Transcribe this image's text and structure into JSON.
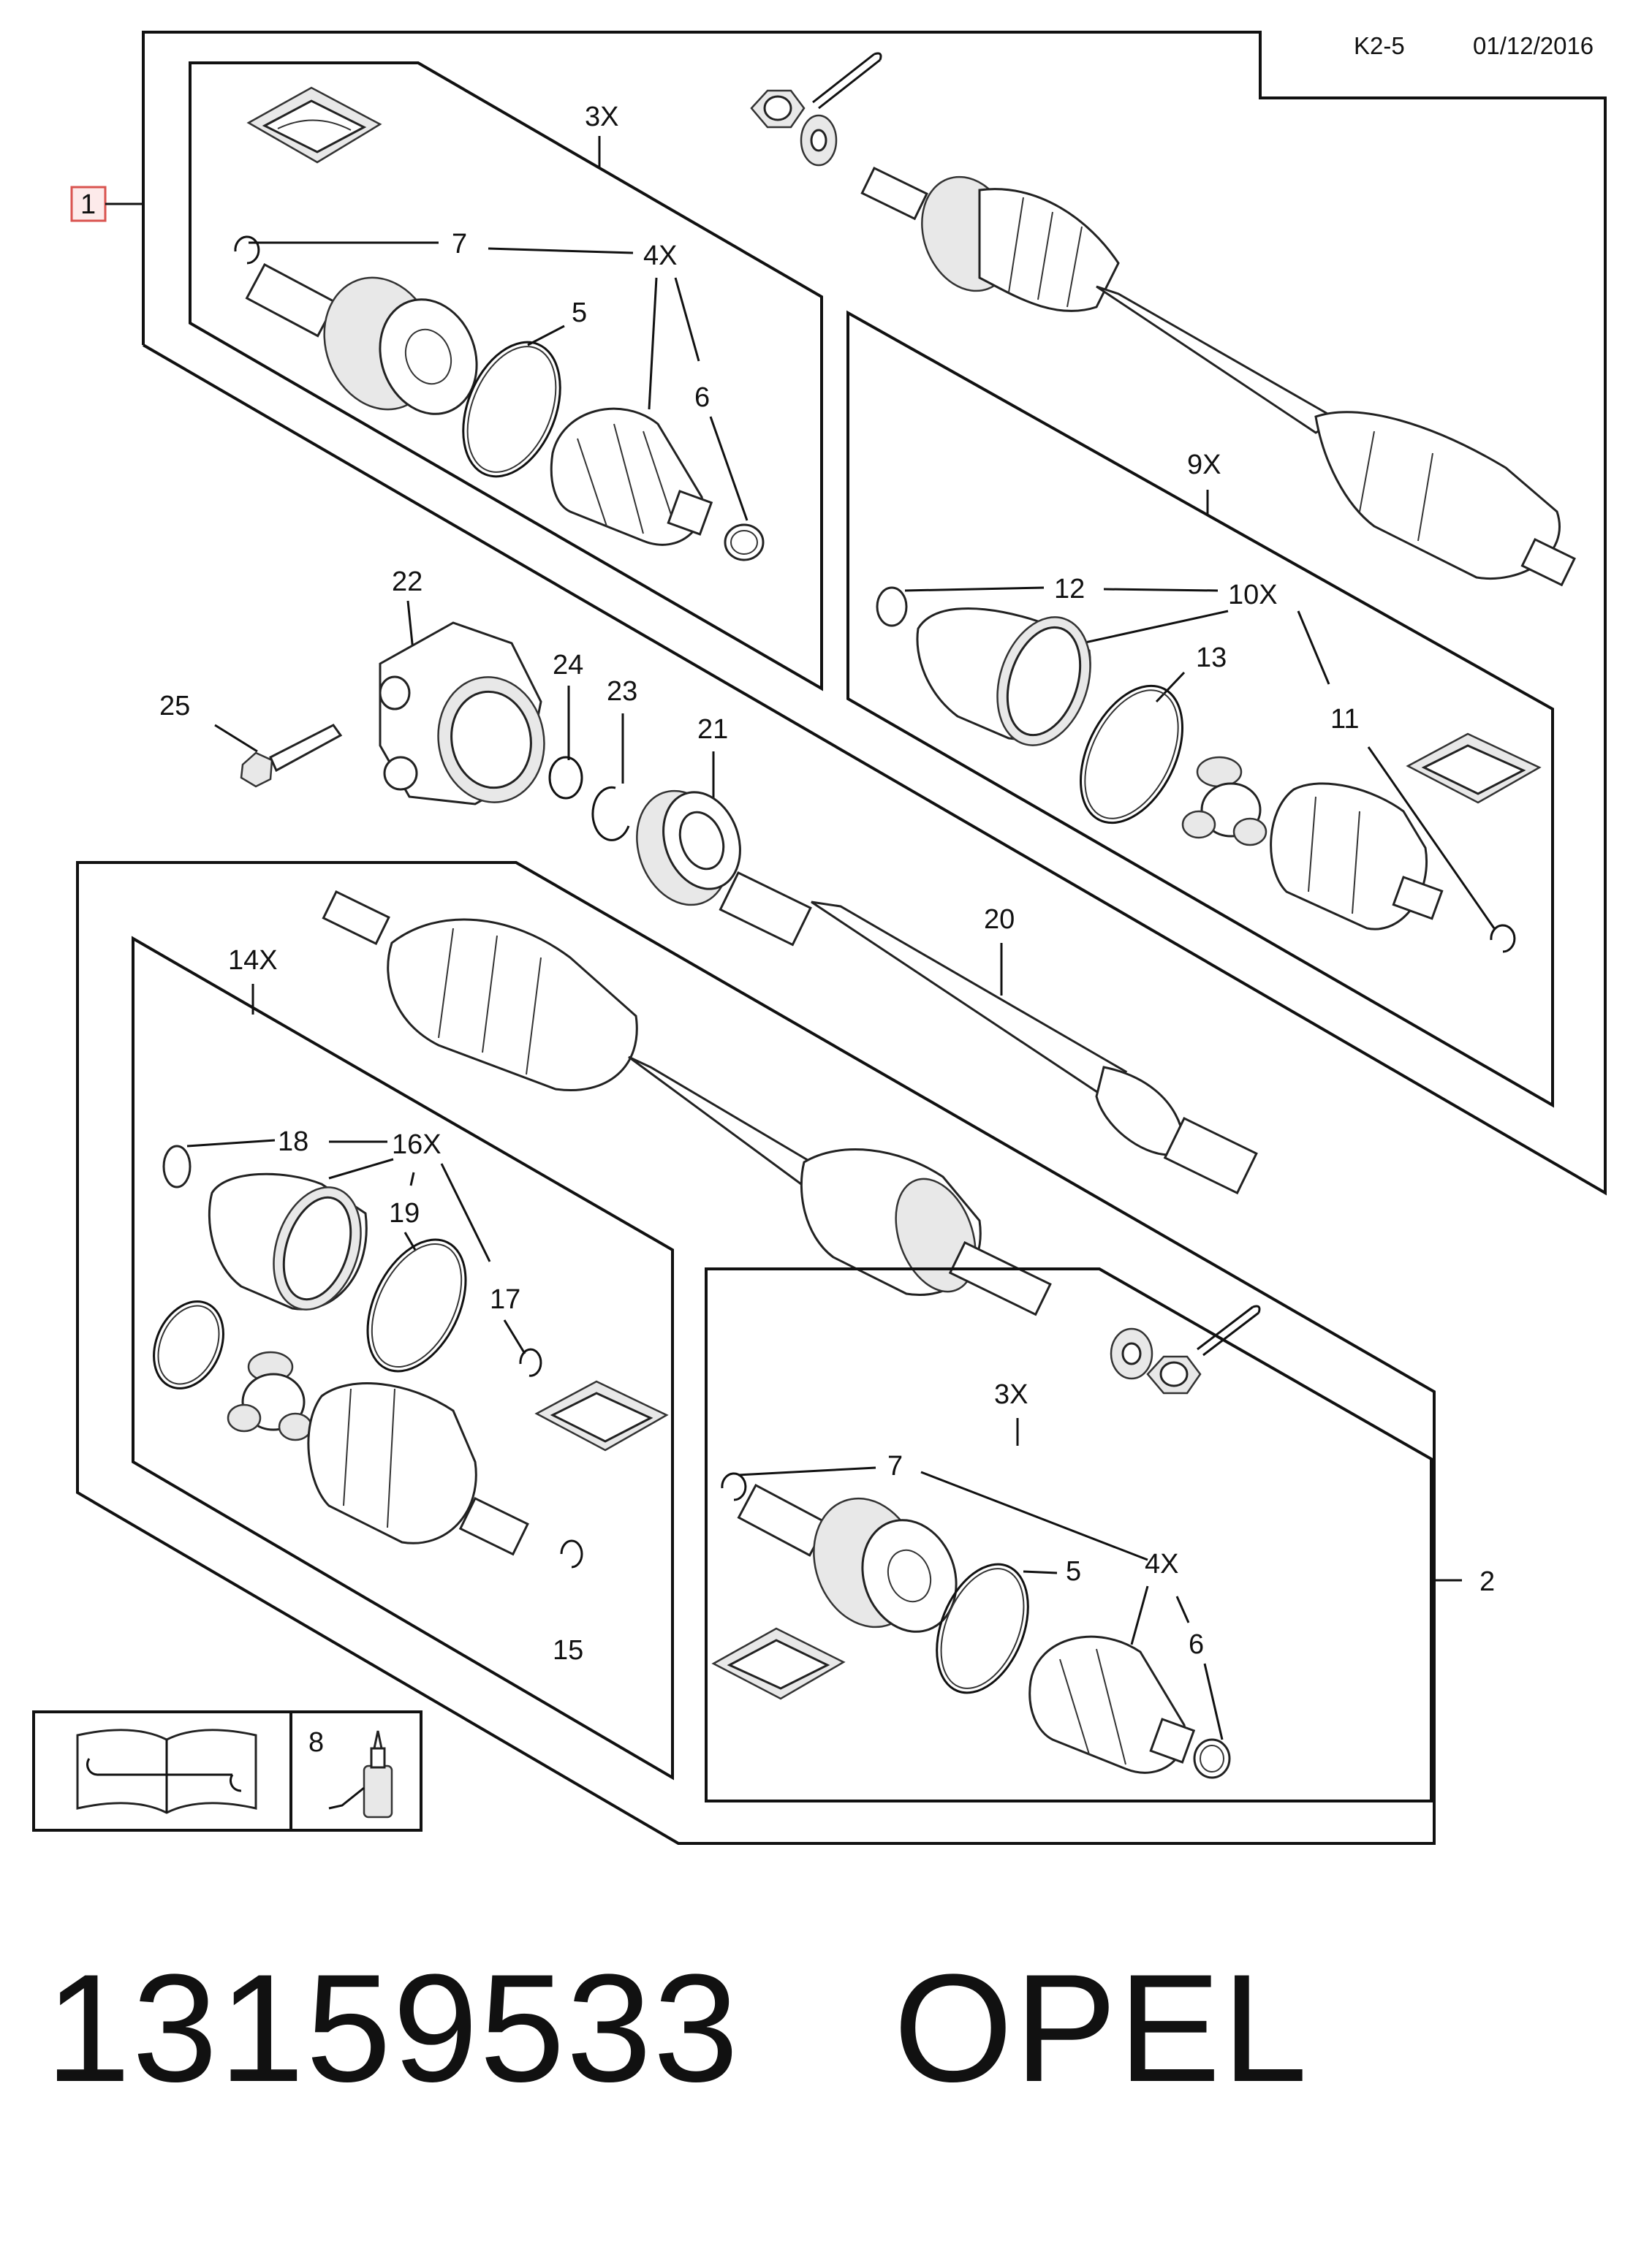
{
  "header": {
    "code": "K2-5",
    "date": "01/12/2016"
  },
  "assembly_labels": {
    "a1": "1",
    "a2": "2"
  },
  "callouts": {
    "top_left_group": {
      "qty": "3X",
      "c7": "7",
      "c4x": "4X",
      "c5": "5",
      "c6": "6"
    },
    "hub": {
      "c22": "22",
      "c24": "24",
      "c23": "23",
      "c21": "21",
      "c25": "25",
      "c20": "20"
    },
    "top_right_group": {
      "qty": "9X",
      "c12": "12",
      "c10x": "10X",
      "c13": "13",
      "c11": "11"
    },
    "bottom_left_group": {
      "qty": "14X",
      "c18": "18",
      "c16x": "16X",
      "c19": "19",
      "c17": "17",
      "c15": "15"
    },
    "bottom_right_group": {
      "qty": "3X",
      "c7": "7",
      "c4x": "4X",
      "c5": "5",
      "c6": "6"
    },
    "tool_box": {
      "c8": "8"
    }
  },
  "footer": {
    "part_number": "13159533",
    "brand": "OPEL"
  },
  "colors": {
    "line": "#111111",
    "highlight_box": "#d9534f"
  },
  "icons": [
    "manual-book-wrench-icon",
    "lubricant-bottle-icon",
    "grease-sachet-icon",
    "split-pin-icon",
    "castle-nut-icon"
  ]
}
